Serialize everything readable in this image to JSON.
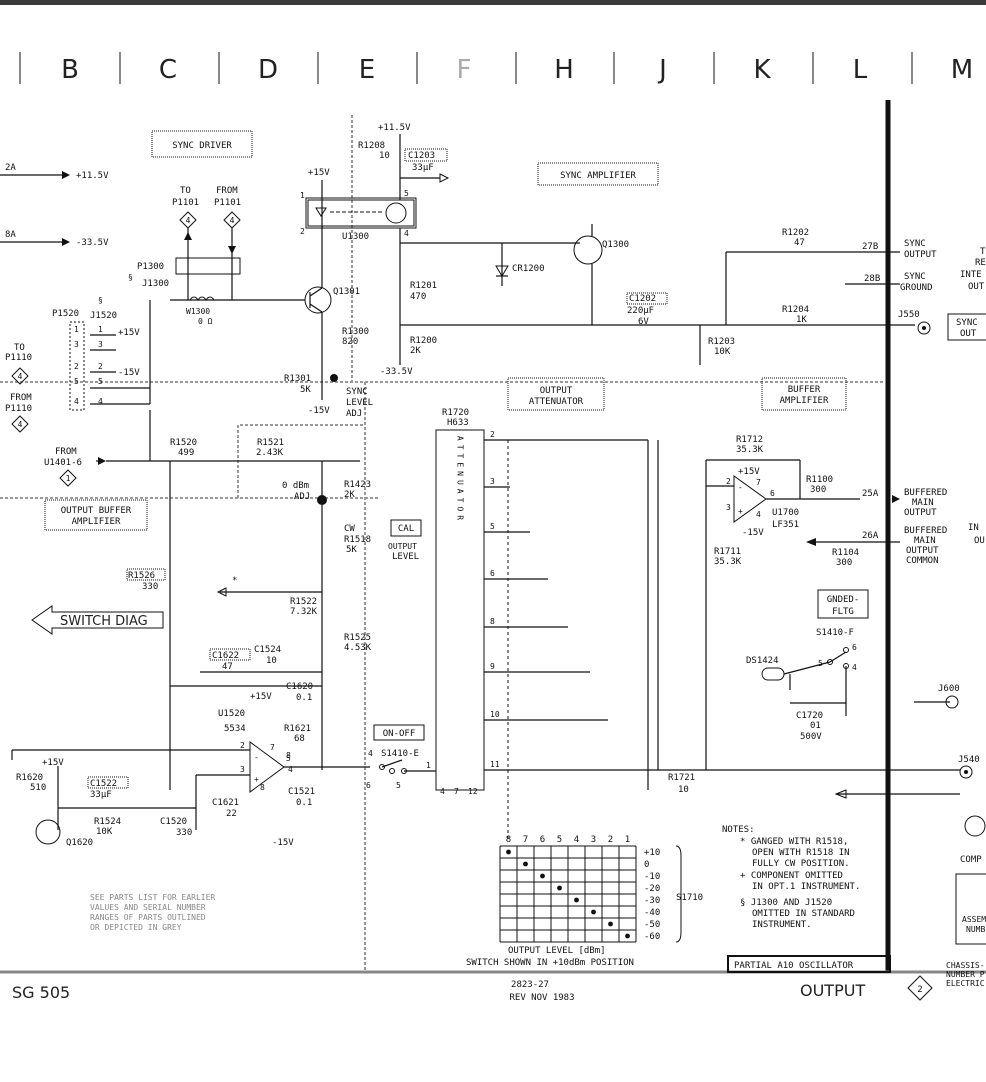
{
  "column_labels": [
    "B",
    "C",
    "D",
    "E",
    "F",
    "H",
    "J",
    "K",
    "L",
    "M"
  ],
  "blocks": {
    "sync_driver": "SYNC DRIVER",
    "sync_amplifier": "SYNC AMPLIFIER",
    "output_attenuator": [
      "OUTPUT",
      "ATTENUATOR"
    ],
    "buffer_amplifier": [
      "BUFFER",
      "AMPLIFIER"
    ],
    "output_buffer_amplifier": [
      "OUTPUT BUFFER",
      "AMPLIFIER"
    ]
  },
  "rails": {
    "in_2a": "2A",
    "v_p115": "+11.5V",
    "in_8a": "8A",
    "v_m335": "-33.5V",
    "top_p115": "+11.5V",
    "p15": "+15V",
    "m15": "-15V",
    "m335_bottom": "-33.5V"
  },
  "components": {
    "r1208": [
      "R1208",
      "10"
    ],
    "c1203": [
      "C1203",
      "33µF"
    ],
    "u1300": "U1300",
    "q1300": "Q1300",
    "q1301": "Q1301",
    "cr1200": "CR1200",
    "r1201": [
      "R1201",
      "470"
    ],
    "r1200": [
      "R1200",
      "2K"
    ],
    "r1300": [
      "R1300",
      "820"
    ],
    "r1301": [
      "R1301",
      "5K"
    ],
    "sync_level": [
      "SYNC",
      "LEVEL",
      "ADJ"
    ],
    "r1202": [
      "R1202",
      "47"
    ],
    "r1204": [
      "R1204",
      "1K"
    ],
    "r1203": [
      "R1203",
      "10K"
    ],
    "c1202": [
      "C1202",
      "220µF",
      "6V"
    ],
    "p1300": "P1300",
    "j1300": "J1300",
    "w1300": [
      "W1300",
      "0 Ω"
    ],
    "to_p1101": [
      "TO",
      "P1101"
    ],
    "from_p1101": [
      "FROM",
      "P1101"
    ],
    "p1520": "P1520",
    "j1520": "J1520",
    "to_p1110": [
      "TO",
      "P1110"
    ],
    "from_p1110": [
      "FROM",
      "P1110"
    ],
    "from_u1401": [
      "FROM",
      "U1401-6"
    ],
    "r1520": [
      "R1520",
      "499"
    ],
    "r1521": [
      "R1521",
      "2.43K"
    ],
    "r1423": [
      "R1423",
      "2K"
    ],
    "zero_dbm": [
      "0 dBm",
      "ADJ"
    ],
    "cal": "CAL",
    "output_level": [
      "OUTPUT",
      "LEVEL"
    ],
    "cw": "CW",
    "r1518": [
      "R1518",
      "5K"
    ],
    "r1522": [
      "R1522",
      "7.32K"
    ],
    "r1525": [
      "R1525",
      "4.53K"
    ],
    "r1526": [
      "R1526",
      "330"
    ],
    "c1622": [
      "C1622",
      "47"
    ],
    "c1524": [
      "C1524",
      "10"
    ],
    "c1620": [
      "C1620",
      "0.1"
    ],
    "u1520": [
      "U1520",
      "5534"
    ],
    "r1621": [
      "R1621",
      "68"
    ],
    "c1621": [
      "C1621",
      "22"
    ],
    "c1521": [
      "C1521",
      "0.1"
    ],
    "r1620": [
      "R1620",
      "510"
    ],
    "c1522": [
      "C1522",
      "33µF"
    ],
    "r1524": [
      "R1524",
      "10K"
    ],
    "c1520": [
      "C1520",
      "330"
    ],
    "q1620": "Q1620",
    "v15_1": "+15V",
    "on_off": "ON-OFF",
    "s1410e": "S1410-E",
    "r1720": [
      "R1720",
      "H633"
    ],
    "attenuator": "ATTENUATOR",
    "r1712": [
      "R1712",
      "35.3K"
    ],
    "u1700": [
      "U1700",
      "LF351"
    ],
    "r1100": [
      "R1100",
      "300"
    ],
    "r1104": [
      "R1104",
      "300"
    ],
    "r1711": [
      "R1711",
      "35.3K"
    ],
    "r1721": [
      "R1721",
      "10"
    ],
    "gnded_fltg": [
      "GNDED-",
      "FLTG"
    ],
    "s1410f": "S1410-F",
    "ds1424": "DS1424",
    "c1720": [
      "C1720",
      "01",
      "500V"
    ],
    "j600": "J600",
    "j540": "J540",
    "j550": "J550",
    "switch_diag": "SWITCH DIAG"
  },
  "connectors": {
    "p27b": "27B",
    "p28b": "28B",
    "p25a": "25A",
    "p26a": "26A",
    "sync_output": [
      "SYNC",
      "OUTPUT"
    ],
    "sync_ground": [
      "SYNC",
      "GROUND"
    ],
    "sync_out": [
      "SYNC",
      "OUT"
    ],
    "buffered_main_output": [
      "BUFFERED",
      "MAIN",
      "OUTPUT"
    ],
    "buffered_main_common": [
      "BUFFERED",
      "MAIN",
      "OUTPUT",
      "COMMON"
    ],
    "cut_right_1": [
      "T",
      "RE",
      "INTE",
      "OUT"
    ],
    "cut_right_2": [
      "IN",
      "OU"
    ]
  },
  "switch_table": {
    "columns": [
      "8",
      "7",
      "6",
      "5",
      "4",
      "3",
      "2",
      "1"
    ],
    "rows": [
      "+10",
      "0",
      "-10",
      "-20",
      "-30",
      "-40",
      "-50",
      "-60"
    ],
    "switch_name": "S1710",
    "caption_1": "OUTPUT LEVEL [dBm]",
    "caption_2": "SWITCH SHOWN IN +10dBm POSITION"
  },
  "notes": {
    "title": "NOTES:",
    "lines": [
      "* GANGED WITH R1518,",
      "OPEN WITH R1518 IN",
      "FULLY CW POSITION.",
      "+ COMPONENT OMITTED",
      "IN OPT.1 INSTRUMENT.",
      "§ J1300 AND J1520",
      "OMITTED IN STANDARD",
      "INSTRUMENT."
    ]
  },
  "parts_note": [
    "SEE PARTS LIST FOR EARLIER",
    "VALUES AND SERIAL NUMBER",
    "RANGES OF PARTS OUTLINED",
    "OR DEPICTED IN GREY"
  ],
  "footer": {
    "model": "SG 505",
    "doc_num": "2823-27",
    "rev": "REV NOV 1983",
    "title": "OUTPUT",
    "badge": "2",
    "partial": "PARTIAL A10 OSCILLATOR",
    "chassis": [
      "CHASSIS-",
      "NUMBER P",
      "ELECTRIC"
    ],
    "comp": "COMP",
    "assem": [
      "ASSEM",
      "NUMB"
    ]
  }
}
